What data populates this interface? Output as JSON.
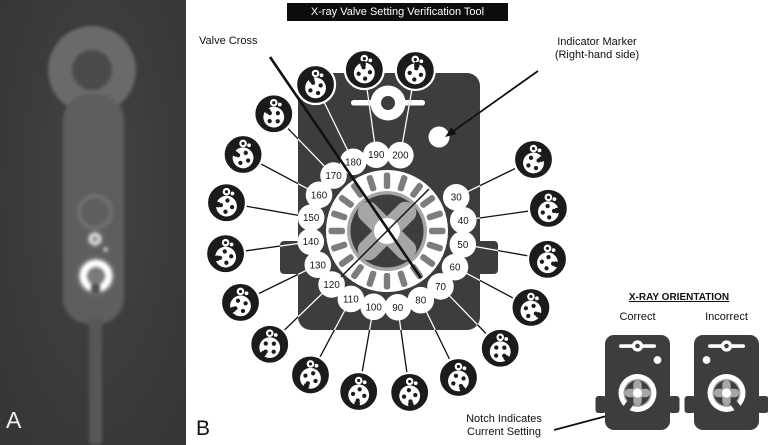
{
  "figure": {
    "title": "X-ray Valve Setting Verification Tool",
    "panel_a_label": "A",
    "panel_b_label": "B"
  },
  "labels": {
    "valve_cross": "Valve Cross",
    "indicator_marker": [
      "Indicator Marker",
      "(Right-hand side)"
    ],
    "notch": [
      "Notch Indicates",
      "Current Setting"
    ],
    "orientation_heading": "X-RAY ORIENTATION",
    "orientation_correct": "Correct",
    "orientation_incorrect": "Incorrect"
  },
  "dial": {
    "settings": [
      30,
      40,
      50,
      60,
      70,
      80,
      90,
      100,
      110,
      120,
      130,
      140,
      150,
      160,
      170,
      180,
      190,
      200
    ],
    "start_angle_deg": 64,
    "step_deg": 18
  },
  "colors": {
    "body": "#3d3d3d",
    "icon": "#1b1b1b",
    "tick": "#7d7d7d",
    "rotor_gray": "#a6a6a6",
    "white": "#ffffff",
    "ink": "#111111"
  }
}
